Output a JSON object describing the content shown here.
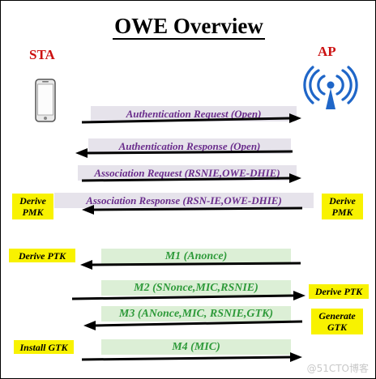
{
  "title": "OWE  Overview",
  "sta_label": "STA",
  "ap_label": "AP",
  "icons": {
    "station": "smartphone-icon",
    "access_point": "wifi-antenna-icon"
  },
  "colors": {
    "title": "#000000",
    "party_label": "#cc1111",
    "open_message_text": "#6a2d8c",
    "open_message_band": "#e6e3eb",
    "handshake_text": "#2e9a3a",
    "handshake_band": "#dcefd6",
    "note_bg": "#f8f200",
    "arrow": "#000000",
    "wifi_icon": "#1f66c8"
  },
  "messages": [
    {
      "label": "Authentication Request (Open)",
      "direction": "to-ap"
    },
    {
      "label": "Authentication Response (Open)",
      "direction": "to-sta"
    },
    {
      "label": "Association Request (RSNIE,OWE-DHIE)",
      "direction": "to-ap"
    },
    {
      "label": "Association Response (RSN-IE,OWE-DHIE)",
      "direction": "to-sta"
    },
    {
      "label": "M1 (Anonce)",
      "direction": "to-sta"
    },
    {
      "label": "M2 (SNonce,MIC,RSNIE)",
      "direction": "to-ap"
    },
    {
      "label": "M3 (ANonce,MIC, RSNIE,GTK)",
      "direction": "to-sta"
    },
    {
      "label": "M4 (MIC)",
      "direction": "to-ap"
    }
  ],
  "notes": {
    "sta_derive_pmk": "Derive\nPMK",
    "ap_derive_pmk": "Derive\nPMK",
    "sta_derive_ptk": "Derive PTK",
    "ap_derive_ptk": "Derive PTK",
    "ap_generate_gtk": "Generate\nGTK",
    "sta_install_gtk": "Install GTK"
  },
  "watermark": "@51CTO博客"
}
